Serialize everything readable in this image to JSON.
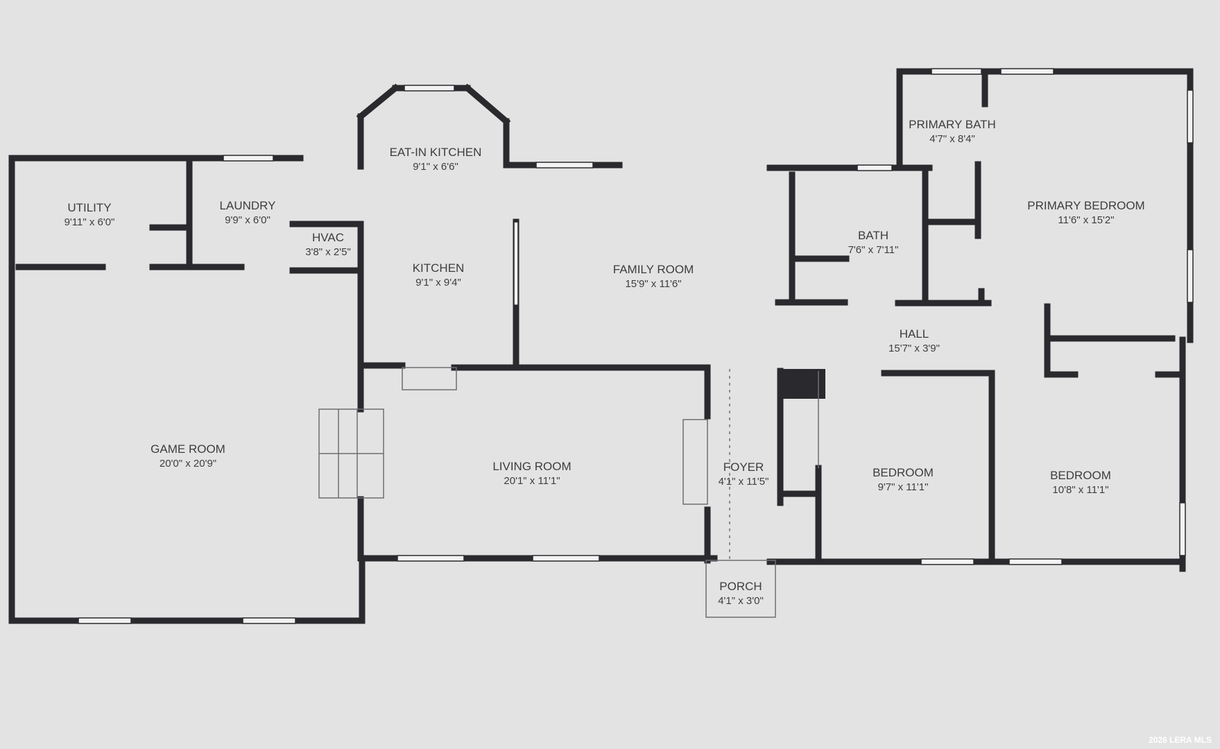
{
  "floor_plan": {
    "colors": {
      "background": "#dcdcdc",
      "paper": "#e6e6e6",
      "wall": "#2a2a2e",
      "window": "#f2f2f2",
      "label": "#3d3d3f"
    },
    "rooms": [
      {
        "id": "eat-in-kitchen",
        "name": "EAT-IN KITCHEN",
        "dims": "9'1\" x 6'6\""
      },
      {
        "id": "primary-bath",
        "name": "PRIMARY BATH",
        "dims": "4'7\" x 8'4\""
      },
      {
        "id": "utility",
        "name": "UTILITY",
        "dims": "9'11\" x 6'0\""
      },
      {
        "id": "laundry",
        "name": "LAUNDRY",
        "dims": "9'9\" x 6'0\""
      },
      {
        "id": "hvac",
        "name": "HVAC",
        "dims": "3'8\" x 2'5\""
      },
      {
        "id": "kitchen",
        "name": "KITCHEN",
        "dims": "9'1\" x 9'4\""
      },
      {
        "id": "family-room",
        "name": "FAMILY ROOM",
        "dims": "15'9\" x 11'6\""
      },
      {
        "id": "bath",
        "name": "BATH",
        "dims": "7'6\" x 7'11\""
      },
      {
        "id": "primary-bedroom",
        "name": "PRIMARY BEDROOM",
        "dims": "11'6\" x 15'2\""
      },
      {
        "id": "hall",
        "name": "HALL",
        "dims": "15'7\" x 3'9\""
      },
      {
        "id": "game-room",
        "name": "GAME ROOM",
        "dims": "20'0\" x 20'9\""
      },
      {
        "id": "living-room",
        "name": "LIVING ROOM",
        "dims": "20'1\" x 11'1\""
      },
      {
        "id": "foyer",
        "name": "FOYER",
        "dims": "4'1\" x 11'5\""
      },
      {
        "id": "bedroom-1",
        "name": "BEDROOM",
        "dims": "9'7\" x 11'1\""
      },
      {
        "id": "bedroom-2",
        "name": "BEDROOM",
        "dims": "10'8\" x 11'1\""
      },
      {
        "id": "porch",
        "name": "PORCH",
        "dims": "4'1\" x 3'0\""
      }
    ]
  },
  "watermark": "2026 LERA MLS"
}
